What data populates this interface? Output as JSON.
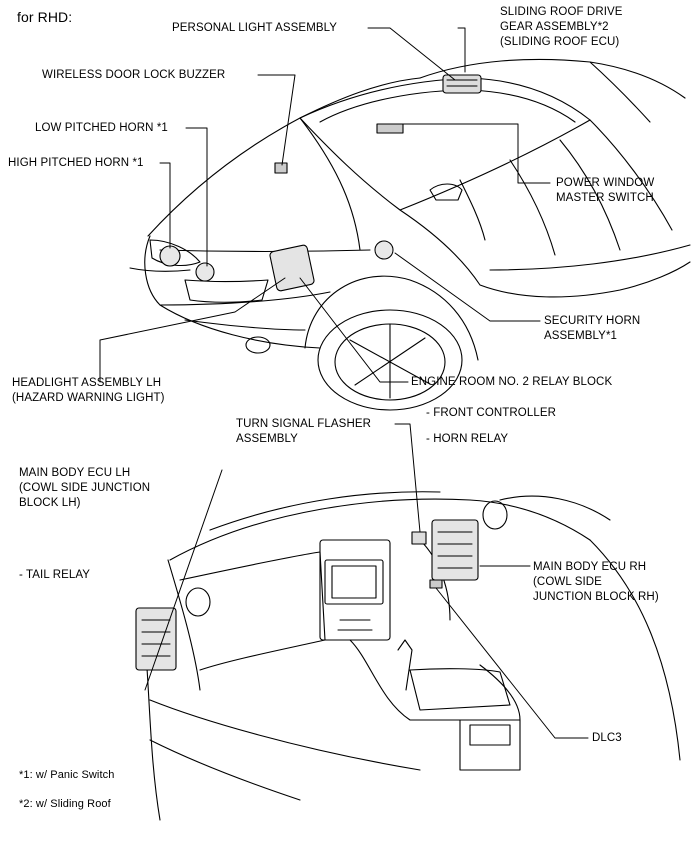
{
  "header": "for RHD:",
  "labels": {
    "personal_light": [
      "PERSONAL LIGHT ASSEMBLY"
    ],
    "sliding_roof": [
      "SLIDING ROOF DRIVE",
      "GEAR ASSEMBLY*2",
      "(SLIDING ROOF ECU)"
    ],
    "wireless_buzzer": [
      "WIRELESS DOOR LOCK BUZZER"
    ],
    "low_horn": [
      "LOW PITCHED HORN *1"
    ],
    "high_horn": [
      "HIGH PITCHED HORN *1"
    ],
    "power_window": [
      "POWER WINDOW",
      "MASTER SWITCH"
    ],
    "security_horn": [
      "SECURITY HORN",
      "ASSEMBLY*1"
    ],
    "headlight": [
      "HEADLIGHT ASSEMBLY LH",
      "(HAZARD WARNING LIGHT)"
    ],
    "engine_relay": [
      "ENGINE ROOM NO. 2 RELAY BLOCK"
    ],
    "front_controller": [
      "- FRONT CONTROLLER"
    ],
    "horn_relay": [
      "- HORN RELAY"
    ],
    "turn_signal": [
      "TURN SIGNAL FLASHER",
      "ASSEMBLY"
    ],
    "main_ecu_lh": [
      "MAIN BODY ECU LH",
      "(COWL SIDE JUNCTION",
      "BLOCK LH)"
    ],
    "tail_relay": [
      "- TAIL RELAY"
    ],
    "main_ecu_rh": [
      "MAIN BODY ECU RH",
      "(COWL SIDE",
      "JUNCTION BLOCK RH)"
    ],
    "dlc3": [
      "DLC3"
    ]
  },
  "notes": [
    "*1: w/ Panic Switch",
    "*2: w/ Sliding Roof"
  ]
}
